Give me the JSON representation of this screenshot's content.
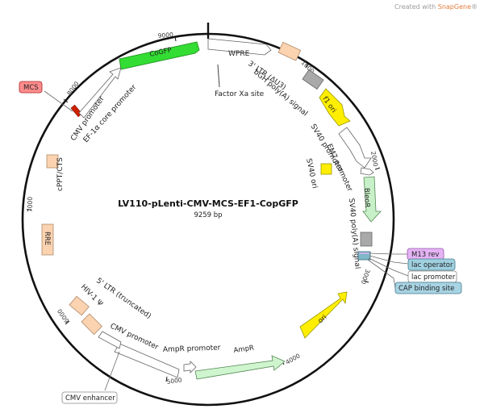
{
  "watermark": {
    "prefix": "Created with ",
    "brand": "SnapGene",
    "suffix": "®"
  },
  "plasmid": {
    "name": "LV110-pLenti-CMV-MCS-EF1-CopGFP",
    "size": "9259 bp"
  },
  "ticks": [
    "1000",
    "2000",
    "3000",
    "4000",
    "5000",
    "6000",
    "7000",
    "8000",
    "9000"
  ],
  "labels": {
    "wpre": "WPRE",
    "ltr3": "3' LTR (ΔU3)",
    "bgh": "bGH poly(A) signal",
    "factor_xa": "Factor Xa site",
    "f1ori": "f1 ori",
    "sv40prom": "SV40 promoter",
    "em7": "EM7 promoter",
    "sv40ori": "SV40 ori",
    "bleor": "BleoR",
    "sv40pa": "SV40 poly(A) signal",
    "m13rev": "M13 rev",
    "lacop": "lac operator",
    "lacprom": "lac promoter",
    "cap": "CAP binding site",
    "ori": "ori",
    "ampr": "AmpR",
    "ampr_prom": "AmpR promoter",
    "cmv_enh": "CMV enhancer",
    "cmv_prom_bottom": "CMV promoter",
    "hiv1": "HIV-1 Ψ",
    "ltr5": "5' LTR (truncated)",
    "rre": "RRE",
    "cppt": "cPPT/CTS",
    "mcs": "MCS",
    "cmv_prom_top": "CMV promoter",
    "ef1a": "EF-1α core promoter",
    "copgfp": "CoGFP"
  },
  "colors": {
    "backbone": "#111111",
    "gfp": "#33dd33",
    "yellow": "#ffee00",
    "peach": "#fbd3b0",
    "gray": "#a9a9a9",
    "bleor": "#c8f0c8",
    "ampr": "#cff5cf",
    "mcs_fill": "#ff8c8c",
    "m13_fill": "#e5b3f5",
    "lac_fill": "#9fd0e0",
    "cap_fill": "#a7d3e3",
    "red_feature": "#cc2200"
  }
}
